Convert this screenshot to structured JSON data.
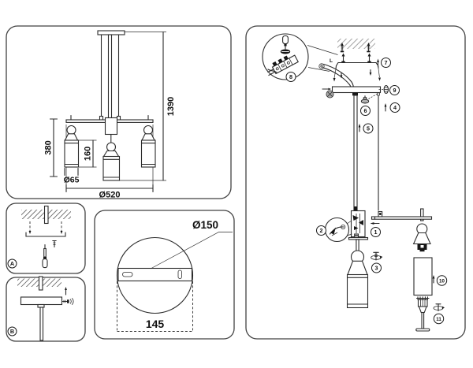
{
  "overview": {
    "total_height": "1390",
    "pendant_drop": "380",
    "shade_height": "160",
    "shade_diameter": "Ø65",
    "fixture_width": "Ø520"
  },
  "mount_detail_a": {
    "label": "A"
  },
  "mount_detail_b": {
    "label": "B"
  },
  "canopy_detail": {
    "diameter": "Ø150",
    "bracket_span": "145"
  },
  "assembly": {
    "wire_label": "L",
    "steps": [
      "1",
      "2",
      "3",
      "4",
      "5",
      "6",
      "7",
      "8",
      "9",
      "10",
      "11"
    ]
  },
  "colors": {
    "line": "#2b2b2b",
    "panel_border": "#424242",
    "background": "#ffffff"
  }
}
